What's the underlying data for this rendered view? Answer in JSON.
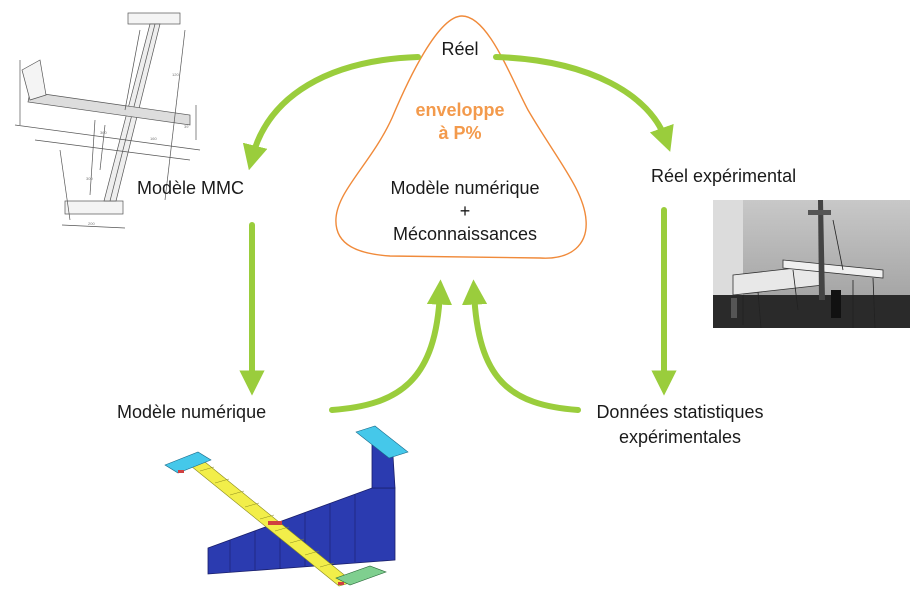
{
  "nodes": {
    "reel": "Réel",
    "envelope_line1": "enveloppe",
    "envelope_line2": "à P%",
    "numeric_model": "Modèle numérique",
    "plus": "+",
    "misknowledge": "Méconnaissances",
    "mmc_model": "Modèle MMC",
    "experimental_real": "Réel expérimental",
    "numeric_model_bottom": "Modèle numérique",
    "stat_data_line1": "Données statistiques",
    "stat_data_line2": "expérimentales"
  },
  "images": {
    "technical_drawing": "mmc-technical-drawing",
    "experimental_photo": "experimental-setup-photo",
    "fe_mesh": "finite-element-mesh"
  },
  "colors": {
    "arrow": "#9acd3c",
    "envelope": "#f08a3a",
    "envelope_text": "#f39a4c",
    "text": "#1a1a1a",
    "mesh_beam": "#f2ee4a",
    "mesh_plate": "#2b3bb0",
    "mesh_cyan": "#45c8ea",
    "mesh_green": "#7fcf8f"
  }
}
